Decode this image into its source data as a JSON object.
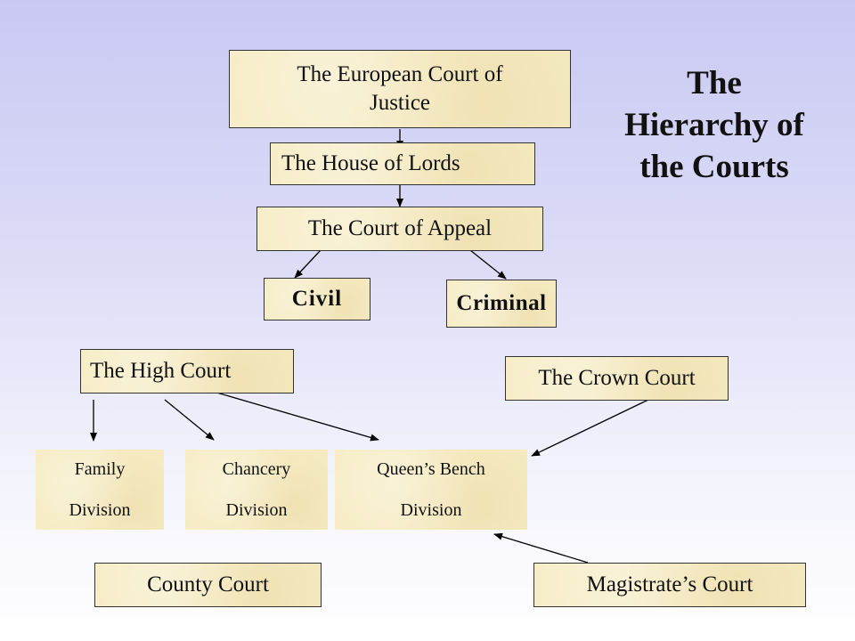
{
  "title": "The Hierarchy of the Courts",
  "nodes": {
    "ecj": "The European Court of Justice",
    "lords": "The House of Lords",
    "appeal": "The Court of Appeal",
    "civil": "Civil",
    "criminal": "Criminal",
    "high": "The High Court",
    "crown": "The Crown Court",
    "family": [
      "Family",
      "Division"
    ],
    "chancery": [
      "Chancery",
      "Division"
    ],
    "qb": [
      "Queen’s Bench",
      "Division"
    ],
    "county": "County Court",
    "magistrates": "Magistrate’s Court"
  },
  "colors": {
    "box_fill": "#f6ebc2",
    "line": "#000000"
  }
}
